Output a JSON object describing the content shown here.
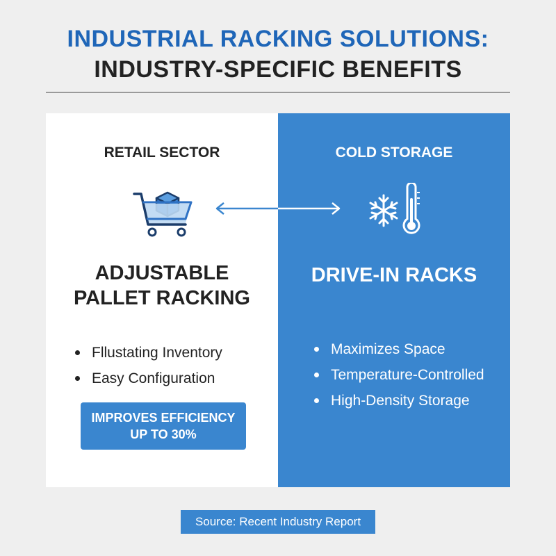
{
  "title": {
    "line1": "INDUSTRIAL RACKING SOLUTIONS:",
    "line2": "INDUSTRY-SPECIFIC BENEFITS"
  },
  "left": {
    "sector": "RETAIL SECTOR",
    "icon": "shopping-cart-box-icon",
    "heading_line1": "ADJUSTABLE",
    "heading_line2": "PALLET RACKING",
    "bullets": [
      "Fllustating Inventory",
      "Easy Configuration"
    ],
    "cta_line1": "IMPROVES EFFICIENCY",
    "cta_line2": "UP TO 30%"
  },
  "right": {
    "sector": "COLD STORAGE",
    "icon": "snowflake-thermometer-icon",
    "heading": "DRIVE-IN RACKS",
    "bullets": [
      "Maximizes Space",
      "Temperature-Controlled",
      "High-Density Storage"
    ]
  },
  "source": "Source: Recent Industry Report",
  "colors": {
    "accent": "#1f66b8",
    "panel_blue": "#3a86cf",
    "background": "#efefef"
  }
}
